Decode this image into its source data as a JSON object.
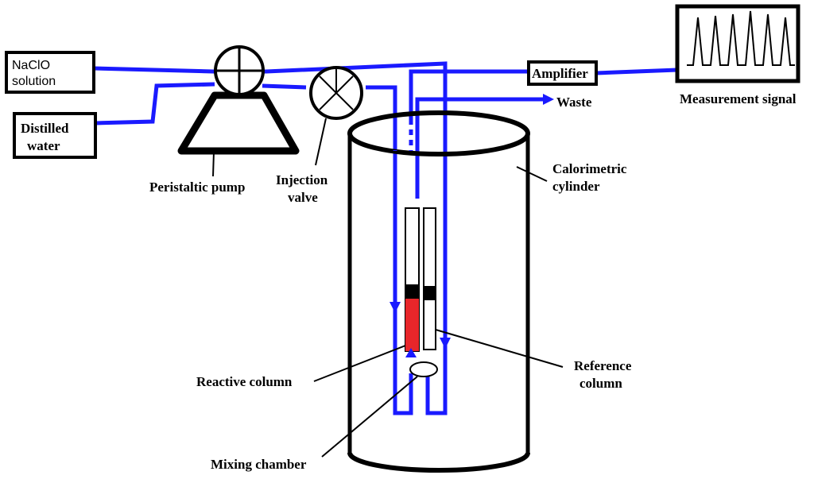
{
  "labels": {
    "naclo": [
      "NaClO",
      "solution"
    ],
    "water": [
      "Distilled",
      "water"
    ],
    "pump": "Peristaltic pump",
    "valve": [
      "Injection",
      "valve"
    ],
    "amplifier": "Amplifier",
    "waste": "Waste",
    "signal": "Measurement signal",
    "cylinder": [
      "Calorimetric",
      "cylinder"
    ],
    "reactive": "Reactive column",
    "reference": [
      "Reference",
      "column"
    ],
    "mixing": "Mixing chamber"
  },
  "colors": {
    "tubing": "#1a1aff",
    "reactive_fill": "#e8262a",
    "outline": "#000000"
  }
}
